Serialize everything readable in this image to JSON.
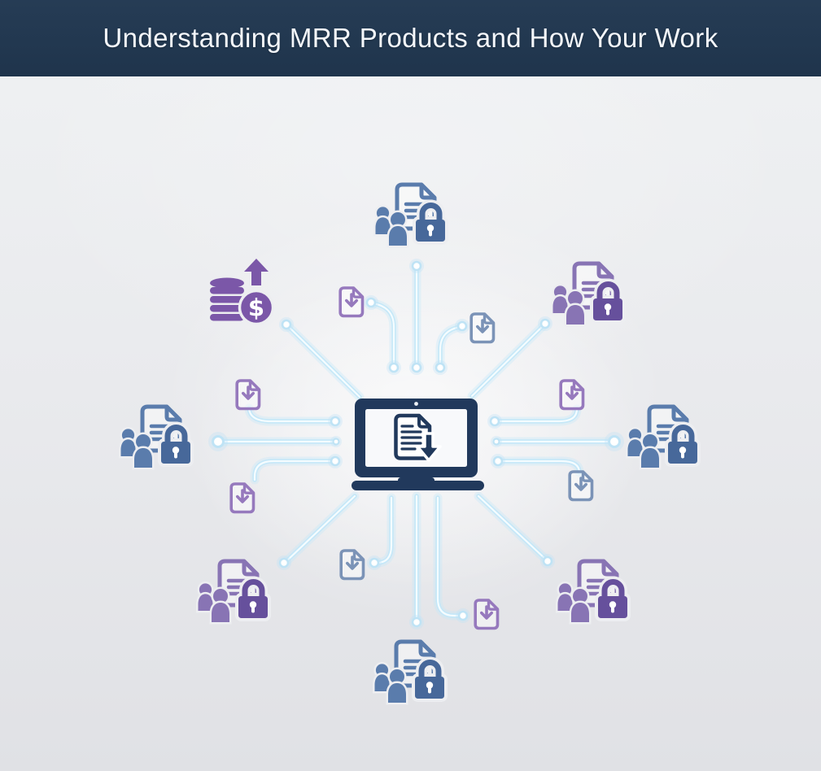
{
  "header": {
    "title": "Understanding MRR Products and How Your Work"
  },
  "colors": {
    "header_bg": "#223850",
    "header_text": "#f5f8fc",
    "canvas_top": "#eef0f2",
    "canvas_mid": "#e9eaed",
    "canvas_bottom": "#e0e1e5",
    "wire": "#c3e7f8",
    "wire_core": "#f4fcff",
    "node_fill": "#ffffff",
    "node_ring": "#bfe3f5",
    "blue_main": "#5a7cac",
    "blue_shade": "#47689a",
    "blue_doc_small": "#7b93b7",
    "purple_main": "#8874b4",
    "purple_shade": "#66509c",
    "purple_doc_small": "#9679bd",
    "money_purple": "#7b57a8",
    "laptop_navy": "#21395c"
  },
  "diagram": {
    "center_node": {
      "icon": "laptop-document-download-icon",
      "description": "laptop with a document downloading on screen"
    },
    "satellite_nodes": [
      {
        "position": "top",
        "icon": "secure-document-users-icon",
        "color": "blue"
      },
      {
        "position": "top-right",
        "icon": "secure-document-users-icon",
        "color": "purple"
      },
      {
        "position": "right",
        "icon": "secure-document-users-icon",
        "color": "blue"
      },
      {
        "position": "bottom-right",
        "icon": "secure-document-users-icon",
        "color": "purple"
      },
      {
        "position": "bottom",
        "icon": "secure-document-users-icon",
        "color": "blue"
      },
      {
        "position": "bottom-left",
        "icon": "secure-document-users-icon",
        "color": "purple"
      },
      {
        "position": "left",
        "icon": "secure-document-users-icon",
        "color": "blue"
      },
      {
        "position": "top-left",
        "icon": "money-growth-icon",
        "color": "purple"
      }
    ],
    "connector_icons": [
      {
        "position": "inner-top-left",
        "icon": "file-download-icon",
        "color": "purple"
      },
      {
        "position": "inner-top-right",
        "icon": "file-download-icon",
        "color": "blue"
      },
      {
        "position": "inner-left-upper",
        "icon": "file-download-icon",
        "color": "purple"
      },
      {
        "position": "inner-left-lower",
        "icon": "file-download-icon",
        "color": "purple"
      },
      {
        "position": "inner-right-upper",
        "icon": "file-download-icon",
        "color": "purple"
      },
      {
        "position": "inner-right-lower",
        "icon": "file-download-icon",
        "color": "blue"
      },
      {
        "position": "inner-bottom-left",
        "icon": "file-download-icon",
        "color": "blue"
      },
      {
        "position": "inner-bottom-right",
        "icon": "file-download-icon",
        "color": "purple"
      }
    ]
  }
}
